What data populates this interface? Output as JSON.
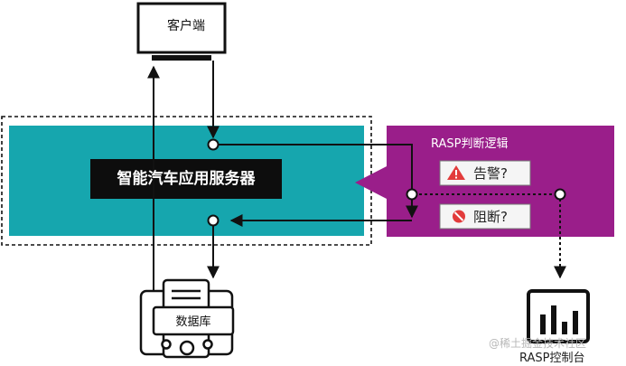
{
  "client": {
    "label": "客户端"
  },
  "server": {
    "label": "智能汽车应用服务器"
  },
  "rasp": {
    "title": "RASP判断逻辑",
    "alert_label": "告警?",
    "block_label": "阻断?"
  },
  "database": {
    "label": "数据库"
  },
  "console": {
    "label": "RASP控制台"
  },
  "watermark": {
    "text": "@稀土掘金技术社区"
  },
  "icons": {
    "alert": "warning-triangle-icon",
    "block": "prohibited-icon",
    "client": "monitor-icon",
    "database": "database-server-icon",
    "console": "bar-chart-console-icon"
  },
  "colors": {
    "server_panel": "#16a6ae",
    "server_label_bg": "#0d0d0d",
    "rasp_panel": "#9a1e8a",
    "alert_red": "#e23b3b",
    "line": "#111111"
  }
}
